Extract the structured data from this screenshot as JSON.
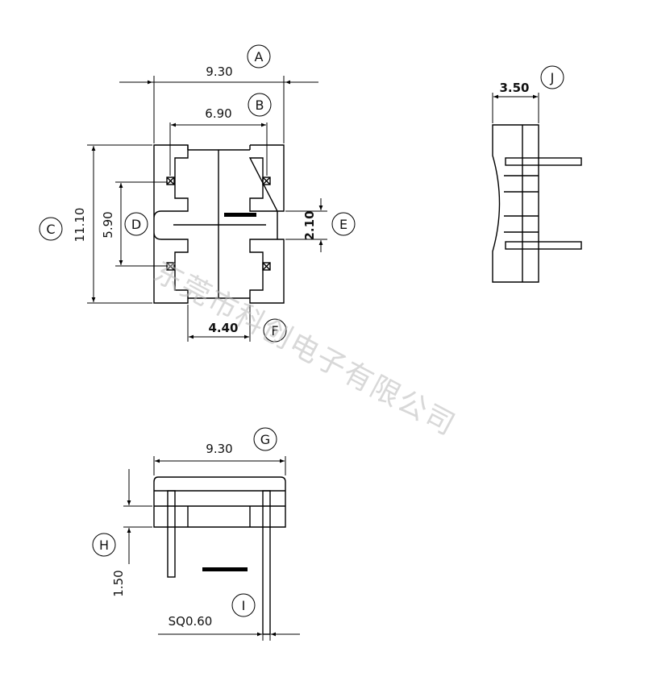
{
  "watermark": "东莞市科创电子有限公司",
  "dims": {
    "a": "9.30",
    "b": "6.90",
    "c": "11.10",
    "d": "5.90",
    "e": "2.10",
    "f": "4.40",
    "g": "9.30",
    "h": "1.50",
    "i": "SQ0.60",
    "j": "3.50"
  },
  "labels": {
    "a": "A",
    "b": "B",
    "c": "C",
    "d": "D",
    "e": "E",
    "f": "F",
    "g": "G",
    "h": "H",
    "i": "I",
    "j": "J"
  }
}
